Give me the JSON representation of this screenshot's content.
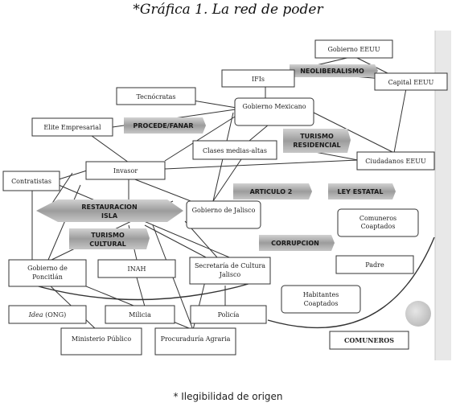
{
  "title": "*Gráfica 1. La red de poder",
  "footnote": "* Ilegibilidad de origen",
  "nodes": {
    "gobierno_eeuu": "Gobierno EEUU",
    "ifis": "IFIs",
    "capital_eeuu": "Capital EEUU",
    "tecnocratas": "Tecnócratas",
    "gobierno_mexicano": "Gobierno Mexicano",
    "elite_empresarial": "Elite Empresarial",
    "clases_medias_altas": "Clases medias-altas",
    "ciudadanos_eeuu": "Ciudadanos EEUU",
    "contratistas": "Contratistas",
    "invasor": "Invasor",
    "gobierno_jalisco": "Gobierno de Jalisco",
    "comuneros_coaptados_1": "Comuneros",
    "comuneros_coaptados_2": "Coaptados",
    "gobierno_poncitlan_1": "Gobierno de",
    "gobierno_poncitlan_2": "Poncitlán",
    "inah": "INAH",
    "secretaria_cultura_1": "Secretaría de Cultura",
    "secretaria_cultura_2": "Jalisco",
    "padre": "Padre",
    "habitantes_coaptados_1": "Habitantes",
    "habitantes_coaptados_2": "Coaptados",
    "idea_ong_italic": "Idea",
    "idea_ong_rest": " (ONG)",
    "milicia": "Milicia",
    "policia": "Policía",
    "ministerio_publico": "Ministerio Público",
    "procuraduria_agraria": "Procuraduría Agraria",
    "comuneros": "COMUNEROS"
  },
  "bands": {
    "neoliberalismo": "NEOLIBERALISMO",
    "procede_fanar": "PROCEDE/FANAR",
    "turismo_residencial_1": "TURISMO",
    "turismo_residencial_2": "RESIDENCIAL",
    "articulo_2": "ARTICULO 2",
    "ley_estatal": "LEY ESTATAL",
    "restauracion_1": "RESTAURACION",
    "restauracion_2": "ISLA",
    "turismo_cultural_1": "TURISMO",
    "turismo_cultural_2": "CULTURAL",
    "corrupcion": "CORRUPCION"
  },
  "colors": {
    "band_fill": "#a9a9a9",
    "line": "#333333",
    "box_border": "#333333"
  }
}
